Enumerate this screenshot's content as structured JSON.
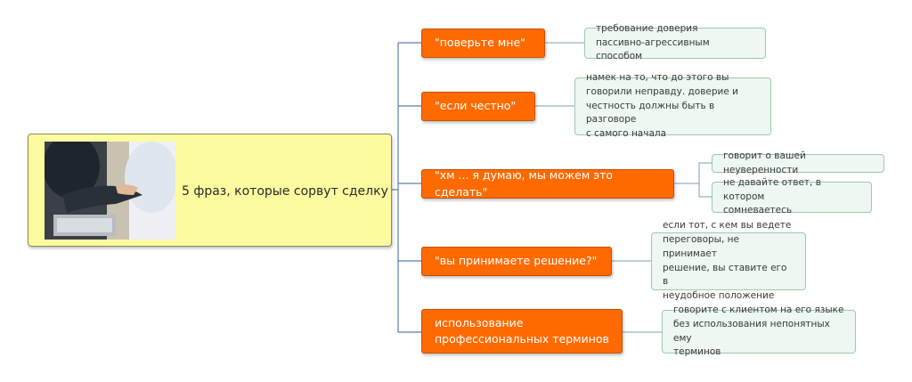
{
  "central": {
    "title": "5 фраз, которые сорвут сделку",
    "image": "handshake-photo"
  },
  "branches": [
    {
      "phrase": "\"поверьте мне\"",
      "notes": [
        "требование доверия\nпассивно-агрессивным способом"
      ]
    },
    {
      "phrase": "\"если честно\"",
      "notes": [
        "намек на то, что до этого вы\nговорили неправду. доверие и\nчестность должны быть в разговоре\nс самого начала"
      ]
    },
    {
      "phrase": "\"хм ... я думаю, мы можем это сделать\"",
      "notes": [
        "говорит о вашей неуверенности",
        "не давайте ответ, в котором\nсомневаетесь"
      ]
    },
    {
      "phrase": "\"вы принимаете решение?\"",
      "notes": [
        "если тот, с кем вы ведете\nпереговоры, не принимает\nрешение, вы ставите его в\nнеудобное положение"
      ]
    },
    {
      "phrase": "использование\nпрофессиональных терминов",
      "notes": [
        "говорите с клиентом на его языке\nбез использования непонятных ему\nтерминов"
      ]
    }
  ],
  "colors": {
    "phrase_fill": "#ff6a00",
    "note_fill": "#eef7f1",
    "central_fill": "#fdfba0",
    "connector": "#5a7fa8"
  }
}
